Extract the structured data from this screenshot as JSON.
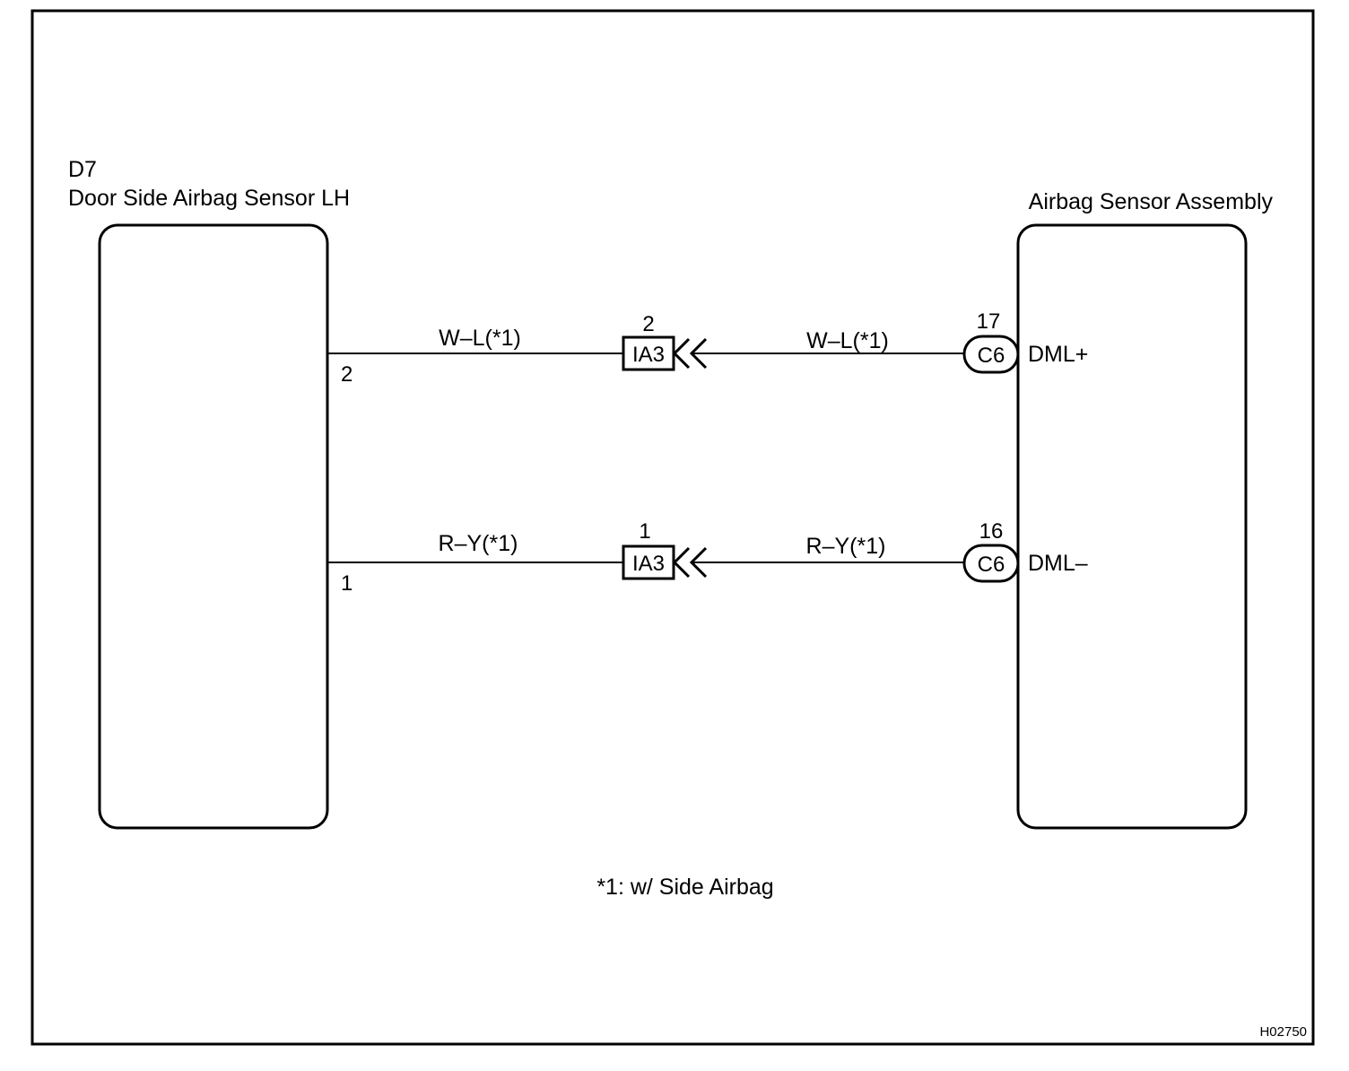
{
  "left_component": {
    "code": "D7",
    "name": "Door Side Airbag Sensor LH"
  },
  "right_component": {
    "name": "Airbag Sensor Assembly"
  },
  "circuits": [
    {
      "left_pin": "2",
      "wire_left": "W–L(*1)",
      "junction_connector": "IA3",
      "junction_pin": "2",
      "wire_right": "W–L(*1)",
      "ecu_connector": "C6",
      "ecu_pin": "17",
      "terminal": "DML+"
    },
    {
      "left_pin": "1",
      "wire_left": "R–Y(*1)",
      "junction_connector": "IA3",
      "junction_pin": "1",
      "wire_right": "R–Y(*1)",
      "ecu_connector": "C6",
      "ecu_pin": "16",
      "terminal": "DML–"
    }
  ],
  "footnote": "*1: w/ Side Airbag",
  "figure_id": "H02750",
  "colors": {
    "line": "#000000",
    "background": "#ffffff"
  }
}
